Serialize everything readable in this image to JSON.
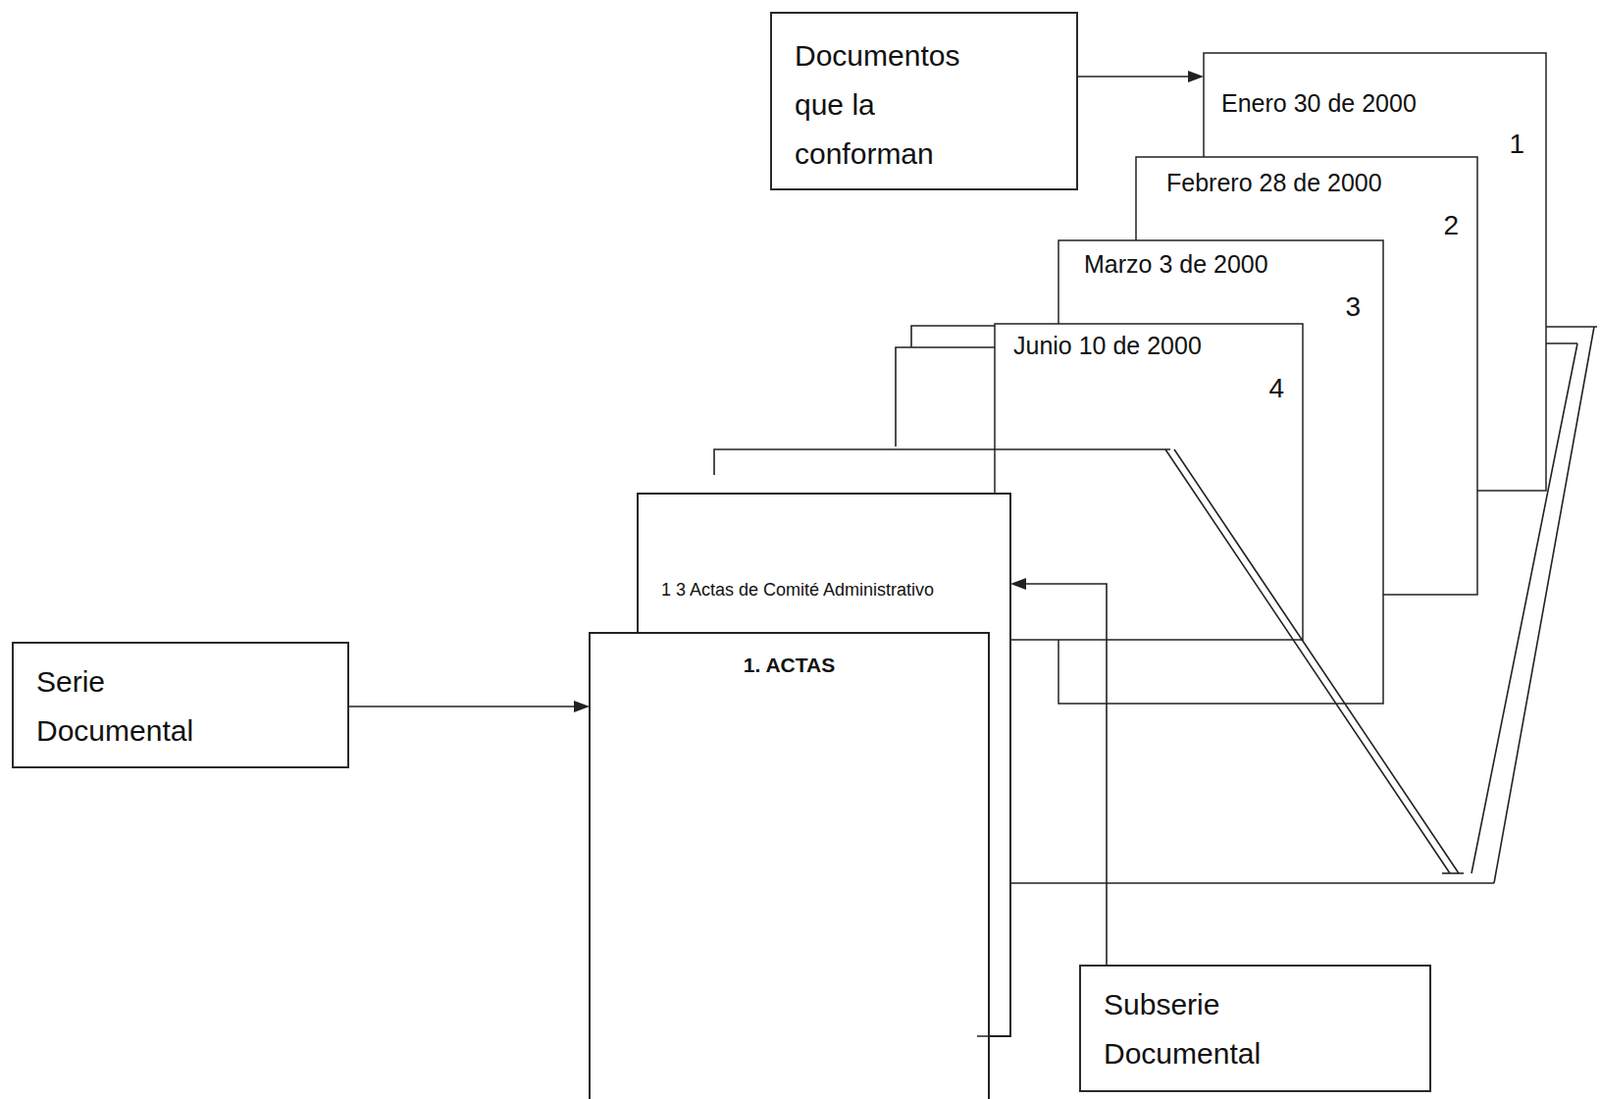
{
  "diagram": {
    "nodes": [
      {
        "text": [
          "Documentos que la conforman"
        ]
      },
      {
        "text": [
          "Enero 30 de 2000",
          "1"
        ]
      },
      {
        "text": [
          "Febrero 28 de 2000",
          "2"
        ]
      },
      {
        "text": [
          "Marzo 3 de 2000",
          "3"
        ]
      },
      {
        "text": [
          "Junio 10 de 2000",
          "4"
        ]
      },
      {
        "text": [
          "1 3 Actas de Comité Administrativo"
        ]
      },
      {
        "text": [
          "Serie Documental"
        ]
      },
      {
        "text": [
          "1. ACTAS"
        ]
      },
      {
        "text": [
          "Subserie Documental"
        ]
      }
    ],
    "edges": [
      {
        "from": 0,
        "to": 1,
        "arrow": "to"
      },
      {
        "from": 6,
        "to": 7,
        "arrow": "to"
      },
      {
        "from": 8,
        "to": 5,
        "arrow": "to"
      }
    ]
  }
}
